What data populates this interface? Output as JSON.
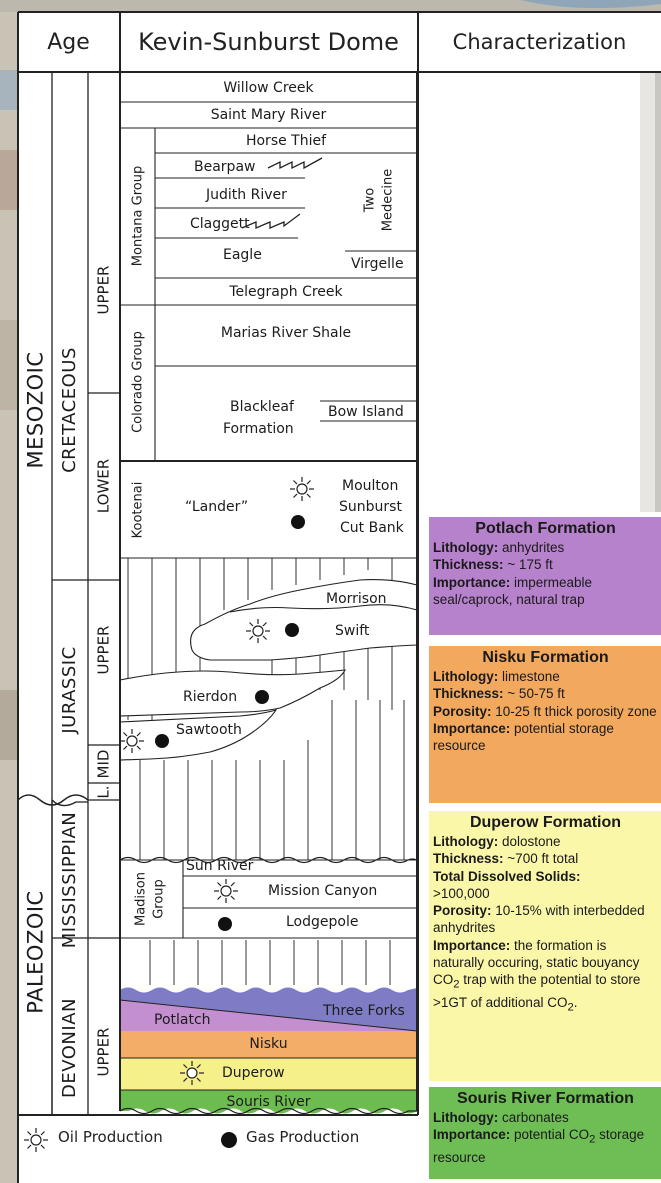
{
  "header": {
    "age": "Age",
    "title": "Kevin-Sunburst Dome",
    "characterization": "Characterization"
  },
  "eras": {
    "mesozoic": "MESOZOIC",
    "paleozoic": "PALEOZOIC"
  },
  "periods": {
    "cretaceous": "CRETACEOUS",
    "jurassic": "JURASSIC",
    "mississippian": "MISSISSIPPIAN",
    "devonian": "DEVONIAN"
  },
  "epochs": {
    "upper_cretaceous": "UPPER",
    "lower_cretaceous": "LOWER",
    "upper_jurassic": "UPPER",
    "mid_jurassic": "MID",
    "lower_jurassic": "L.",
    "upper_devonian": "UPPER"
  },
  "groups": {
    "montana": "Montana Group",
    "colorado": "Colorado Group",
    "kootenai": "Kootenai",
    "madison_line1": "Madison",
    "madison_line2": "Group"
  },
  "units": {
    "willow_creek": "Willow Creek",
    "saint_mary_river": "Saint Mary River",
    "horse_thief": "Horse Thief",
    "bearpaw": "Bearpaw",
    "judith_river": "Judith River",
    "claggett": "Claggett",
    "eagle": "Eagle",
    "two_medicine_line1": "Two",
    "two_medicine_line2": "Medecine",
    "virgelle": "Virgelle",
    "telegraph_creek": "Telegraph Creek",
    "marias_river_shale": "Marias River Shale",
    "blackleaf_line1": "Blackleaf",
    "blackleaf_line2": "Formation",
    "bow_island": "Bow Island",
    "lander": "“Lander”",
    "moulton": "Moulton",
    "sunburst": "Sunburst",
    "cut_bank": "Cut Bank",
    "morrison": "Morrison",
    "swift": "Swift",
    "rierdon": "Rierdon",
    "sawtooth": "Sawtooth",
    "sun_river": "Sun River",
    "mission_canyon": "Mission Canyon",
    "lodgepole": "Lodgepole",
    "three_forks": "Three Forks",
    "potlatch": "Potlatch",
    "nisku": "Nisku",
    "duperow": "Duperow",
    "souris_river": "Souris River"
  },
  "colors": {
    "potlatch": "#c48fd0",
    "three_forks": "#7d7cc4",
    "nisku": "#f3ad69",
    "duperow": "#f6f08a",
    "souris_river": "#6cbc50",
    "potlach_box": "#b682cc",
    "nisku_box": "#f2a95e",
    "duperow_box": "#fbf7a8",
    "souris_box": "#6fbe55"
  },
  "legend": {
    "oil": "Oil Production",
    "gas": "Gas Production",
    "oil_icon": "sun-oil-icon",
    "gas_icon": "filled-circle-gas-icon"
  },
  "characterization": {
    "potlach": {
      "title": "Potlach Formation",
      "lithology_label": "Lithology:",
      "lithology": "anhydrites",
      "thickness_label": "Thickness:",
      "thickness": "~ 175 ft",
      "importance_label": "Importance:",
      "importance": "impermeable seal/caprock, natural trap"
    },
    "nisku": {
      "title": "Nisku Formation",
      "lithology_label": "Lithology:",
      "lithology": "limestone",
      "thickness_label": "Thickness:",
      "thickness": "~ 50-75 ft",
      "porosity_label": "Porosity:",
      "porosity": "10-25 ft thick porosity zone",
      "importance_label": "Importance:",
      "importance": "potential storage resource"
    },
    "duperow": {
      "title": "Duperow Formation",
      "lithology_label": "Lithology:",
      "lithology": "dolostone",
      "thickness_label": "Thickness:",
      "thickness": "~700 ft total",
      "tds_label": "Total Dissolved Solids:",
      "tds": ">100,000",
      "porosity_label": "Porosity:",
      "porosity": "10-15% with interbedded anhydrites",
      "importance_label": "Importance:",
      "importance_a": "the formation is naturally occuring, static bouyancy CO",
      "importance_sub": "2",
      "importance_b": " trap with the potential to store >1GT of additional CO",
      "importance_sub2": "2",
      "importance_c": "."
    },
    "souris": {
      "title": "Souris River Formation",
      "lithology_label": "Lithology:",
      "lithology": "carbonates",
      "importance_label": "Importance:",
      "importance_a": "potential CO",
      "importance_sub": "2",
      "importance_b": " storage resource"
    }
  }
}
